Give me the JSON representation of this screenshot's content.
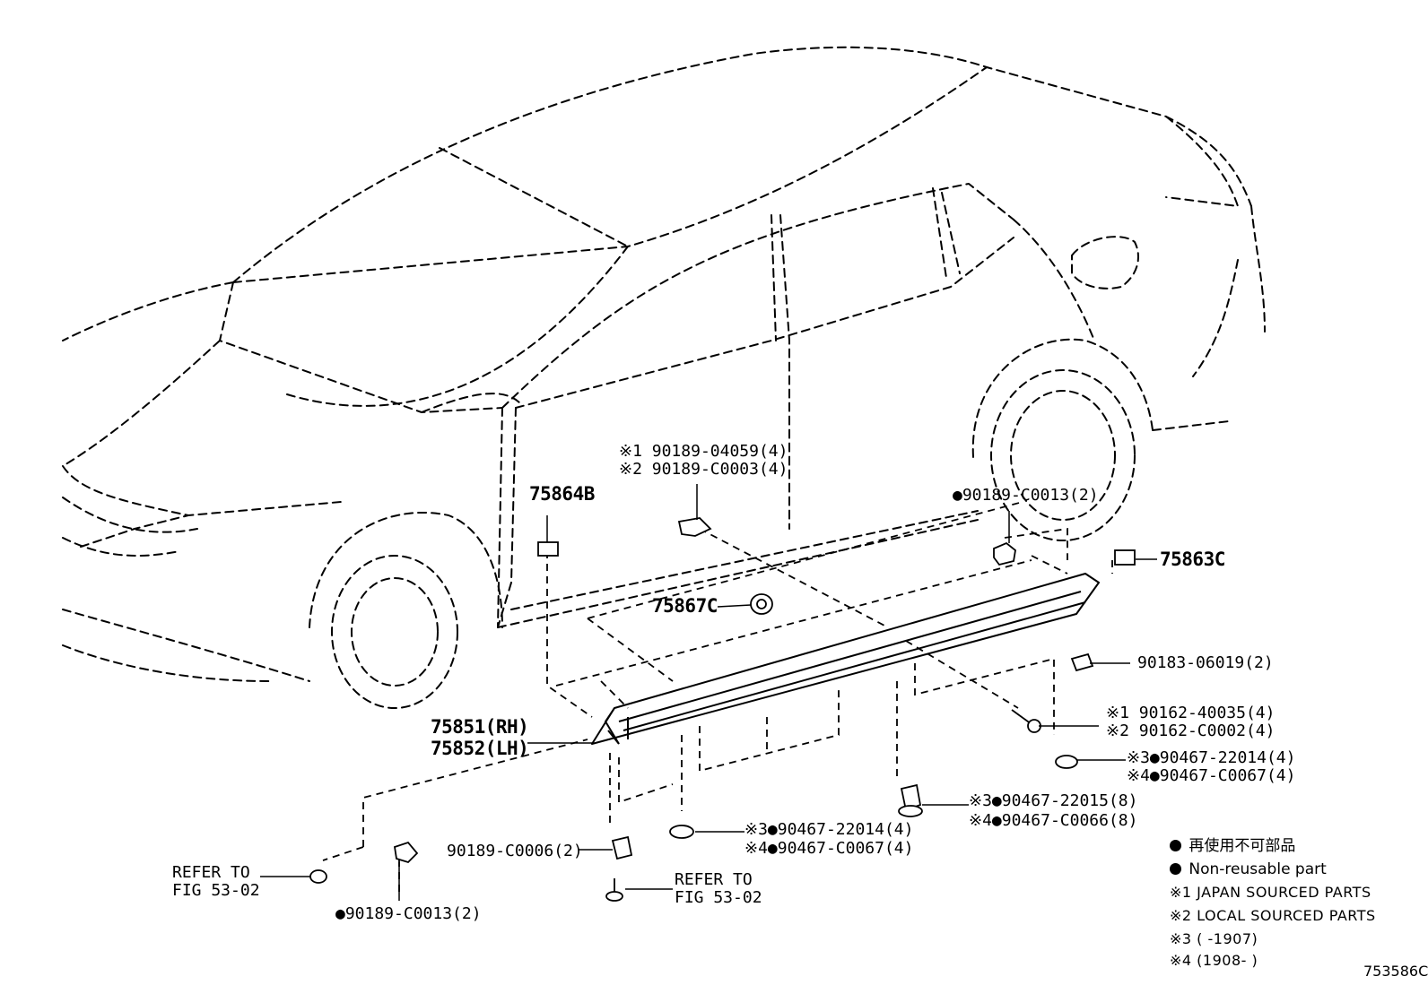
{
  "labels": {
    "p75864b": "75864B",
    "p75863c": "75863C",
    "p75867c": "75867C",
    "clip_a_1": "※1 90189-04059(4)",
    "clip_a_2": "※2 90189-C0003(4)",
    "clip_b": "●90189-C0013(2)",
    "clip_c": "90183-06019(2)",
    "screw_1": "※1 90162-40035(4)",
    "screw_2": "※2 90162-C0002(4)",
    "nut_r_3": "※3●90467-22014(4)",
    "nut_r_4": "※4●90467-C0067(4)",
    "rh": "75851(RH)",
    "lh": "75852(LH)",
    "clip_m_3": "※3●90467-22015(8)",
    "clip_m_4": "※4●90467-C0066(8)",
    "nut_l_3": "※3●90467-22014(4)",
    "nut_l_4": "※4●90467-C0067(4)",
    "clip_s": "90189-C0006(2)",
    "refer_a_1": "REFER TO",
    "refer_a_2": "FIG 53-02",
    "refer_b_1": "REFER TO",
    "refer_b_2": "FIG 53-02",
    "clip_bl": "●90189-C0013(2)"
  },
  "legend": {
    "jp_nonreusable": "再使用不可部品",
    "en_nonreusable": "Non-reusable part",
    "note1": "※1  JAPAN SOURCED PARTS",
    "note2": "※2  LOCAL SOURCED PARTS",
    "note3": "※3 (        -1907)",
    "note4": "※4 (1908-        )"
  },
  "figure_id": "753586C"
}
